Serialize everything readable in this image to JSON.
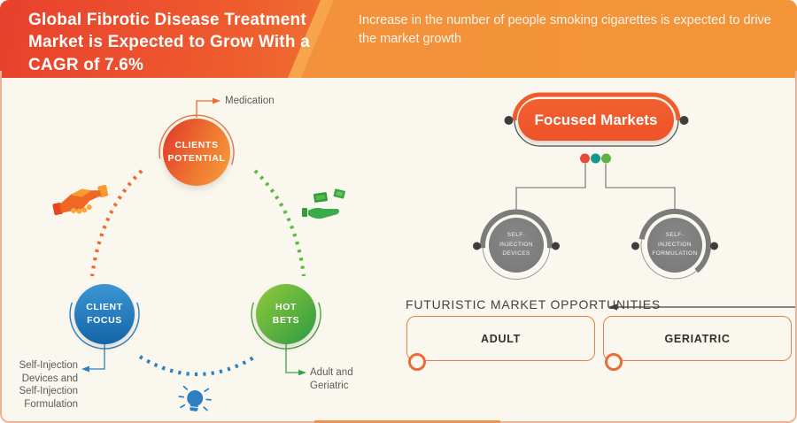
{
  "header": {
    "title": "Global Fibrotic Disease Treatment Market is Expected to Grow With a CAGR of 7.6%",
    "subtitle": "Increase in the number of people smoking cigarettes is expected to drive the market growth"
  },
  "chart_data": {
    "type": "diagram-infographic",
    "title": "Global Fibrotic Disease Treatment Market",
    "cagr_percent": 7.6,
    "growth_driver": "Increase in the number of people smoking cigarettes",
    "growth_cycle": [
      {
        "node": "CLIENTS POTENTIAL",
        "annotation": "Medication",
        "color": "#f05a2b"
      },
      {
        "node": "HOT BETS",
        "annotation": "Adult and Geriatric",
        "color": "#4aa43f"
      },
      {
        "node": "CLIENT FOCUS",
        "annotation": "Self-Injection Devices and Self-Injection Formulation",
        "color": "#2e7fc0"
      }
    ],
    "focused_markets": [
      "SELF-INJECTION DEVICES",
      "SELF-INJECTION FORMULATION"
    ],
    "futuristic_market_opportunities": [
      "ADULT",
      "GERIATRIC"
    ]
  },
  "growth_circles": {
    "clients_potential": {
      "label": "CLIENTS POTENTIAL",
      "annotation": "Medication",
      "color": "#f05a2b"
    },
    "client_focus": {
      "label": "CLIENT FOCUS",
      "annotation": "Self-Injection Devices and Self-Injection Formulation",
      "color": "#2e7fc0"
    },
    "hot_bets": {
      "label": "HOT BETS",
      "annotation": "Adult and Geriatric",
      "color": "#4aa43f"
    }
  },
  "focused_markets": {
    "title": "Focused Markets",
    "nodes": [
      {
        "label": "SELF-INJECTION DEVICES"
      },
      {
        "label": "SELF-INJECTION FORMULATION"
      }
    ],
    "dot_colors": [
      "#e84b33",
      "#13998c",
      "#5fb344"
    ]
  },
  "opportunities": {
    "heading": "FUTURISTIC MARKET OPPORTUNITIES",
    "items": [
      {
        "label": "ADULT"
      },
      {
        "label": "GERIATRIC"
      }
    ]
  },
  "colors": {
    "background": "#faf8ee",
    "frame_border": "#f0b091",
    "header_gradient_left": "#e8402d",
    "header_gradient_right": "#f4923a",
    "node_gray": "#7d7d7d"
  }
}
